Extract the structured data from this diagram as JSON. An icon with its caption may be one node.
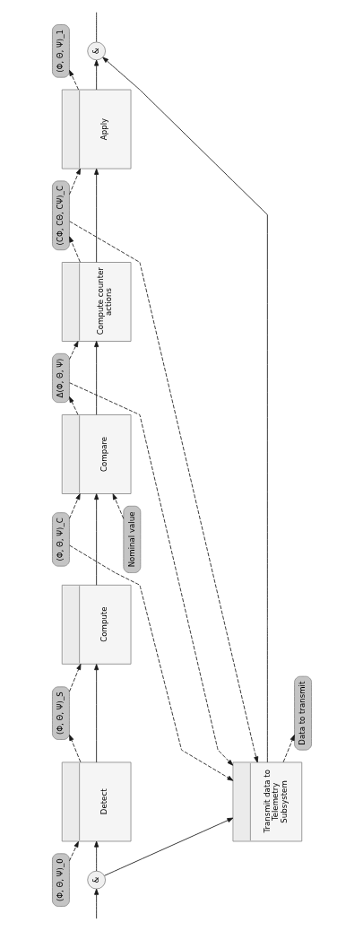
{
  "diagram": {
    "nodes": [
      {
        "text": [
          "&"
        ]
      },
      {
        "text": [
          "(Φ, Θ, Ψ)_0"
        ]
      },
      {
        "text": [
          "Detect"
        ]
      },
      {
        "text": [
          "(Φ, Θ, Ψ)_S"
        ]
      },
      {
        "text": [
          "Compute"
        ]
      },
      {
        "text": [
          "(Φ, Θ, Ψ)_C"
        ]
      },
      {
        "text": [
          "Compare"
        ]
      },
      {
        "text": [
          "Nominal value"
        ]
      },
      {
        "text": [
          "Δ(Φ, Θ, Ψ)"
        ]
      },
      {
        "text": [
          "Compute counter actions"
        ]
      },
      {
        "text": [
          "(CΦ, CΘ, CΨ)_C"
        ]
      },
      {
        "text": [
          "Apply"
        ]
      },
      {
        "text": [
          "(Φ, Θ, Ψ)_1"
        ]
      },
      {
        "text": [
          "&"
        ]
      },
      {
        "text": [
          "Transmit data to Telemetry Subsystem"
        ]
      },
      {
        "text": [
          "Data to transmit"
        ]
      }
    ],
    "edges": [
      {
        "from": null,
        "to": 0,
        "arrow": "to"
      },
      {
        "from": 0,
        "to": 2,
        "arrow": "to"
      },
      {
        "from": 0,
        "to": 14,
        "arrow": "to"
      },
      {
        "from": 1,
        "to": 2,
        "arrow": "to",
        "style": "dashed"
      },
      {
        "from": 2,
        "to": 3,
        "arrow": "to",
        "style": "dashed"
      },
      {
        "from": 2,
        "to": 4,
        "arrow": "to"
      },
      {
        "from": 3,
        "to": 4,
        "arrow": "to",
        "style": "dashed"
      },
      {
        "from": 5,
        "to": 6,
        "arrow": "to",
        "style": "dashed"
      },
      {
        "from": 4,
        "to": 6,
        "arrow": "to"
      },
      {
        "from": 5,
        "to": 14,
        "arrow": "to",
        "style": "dashed"
      },
      {
        "from": 7,
        "to": 6,
        "arrow": "to",
        "style": "dashed"
      },
      {
        "from": 6,
        "to": 8,
        "arrow": "to",
        "style": "dashed"
      },
      {
        "from": 6,
        "to": 9,
        "arrow": "to"
      },
      {
        "from": 8,
        "to": 9,
        "arrow": "to",
        "style": "dashed"
      },
      {
        "from": 8,
        "to": 14,
        "arrow": "to",
        "style": "dashed"
      },
      {
        "from": 9,
        "to": 10,
        "arrow": "to",
        "style": "dashed"
      },
      {
        "from": 9,
        "to": 11,
        "arrow": "to"
      },
      {
        "from": 10,
        "to": 11,
        "arrow": "to",
        "style": "dashed"
      },
      {
        "from": 10,
        "to": 14,
        "arrow": "to",
        "style": "dashed"
      },
      {
        "from": 11,
        "to": 12,
        "arrow": "to",
        "style": "dashed"
      },
      {
        "from": 11,
        "to": 13,
        "arrow": "to"
      },
      {
        "from": 14,
        "to": 13,
        "arrow": "to"
      },
      {
        "from": 14,
        "to": 15,
        "arrow": "to",
        "style": "dashed"
      },
      {
        "from": 13,
        "to": null,
        "arrow": "none"
      }
    ]
  }
}
